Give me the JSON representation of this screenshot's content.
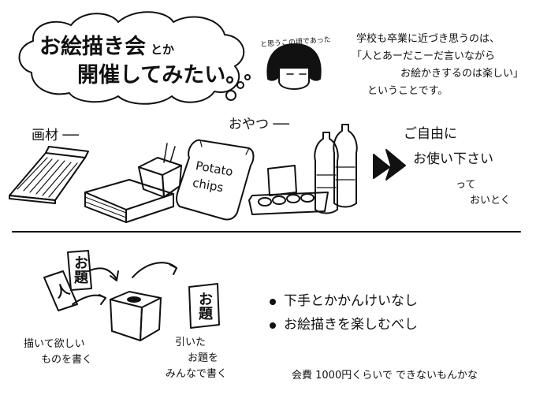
{
  "title": {
    "line1_main": "お絵描き会",
    "line1_small": "とか",
    "line2": "開催してみたい。"
  },
  "thought_small": "と思うこの頃であった",
  "note": {
    "line1": "学校も卒業に近づき思うのは、",
    "line2": "「人とあーだこーだ言いながら",
    "line3": "お絵かきするのは楽しい」",
    "line4": "ということです。"
  },
  "materials_label": "画材 ──",
  "snacks_label": "おやつ ──",
  "chips_text": "Potato chips",
  "free_use": {
    "line1": "ご自由に",
    "line2": "お使い下さい",
    "line3": "って",
    "line4": "おいとく"
  },
  "topic_card_left": "人",
  "topic_card_top": "お題",
  "topic_card_right": "お題",
  "caption_left": {
    "line1": "描いて欲しい",
    "line2": "ものを書く"
  },
  "caption_right": {
    "line1": "引いた",
    "line2": "お題を",
    "line3": "みんなで書く"
  },
  "rules": [
    "下手とかかんけいなし",
    "お絵描きを楽しむべし"
  ],
  "fee": "会費 1000円くらいで できないもんかな",
  "icons": [
    "thought-cloud",
    "girl-face-icon",
    "sketchbook-icon",
    "paper-stack-icon",
    "takeout-box-icon",
    "chips-bag-icon",
    "snack-tray-icon",
    "bottle-icon",
    "arrow-right-icon",
    "lottery-box-icon",
    "arrow-curve-icon"
  ]
}
